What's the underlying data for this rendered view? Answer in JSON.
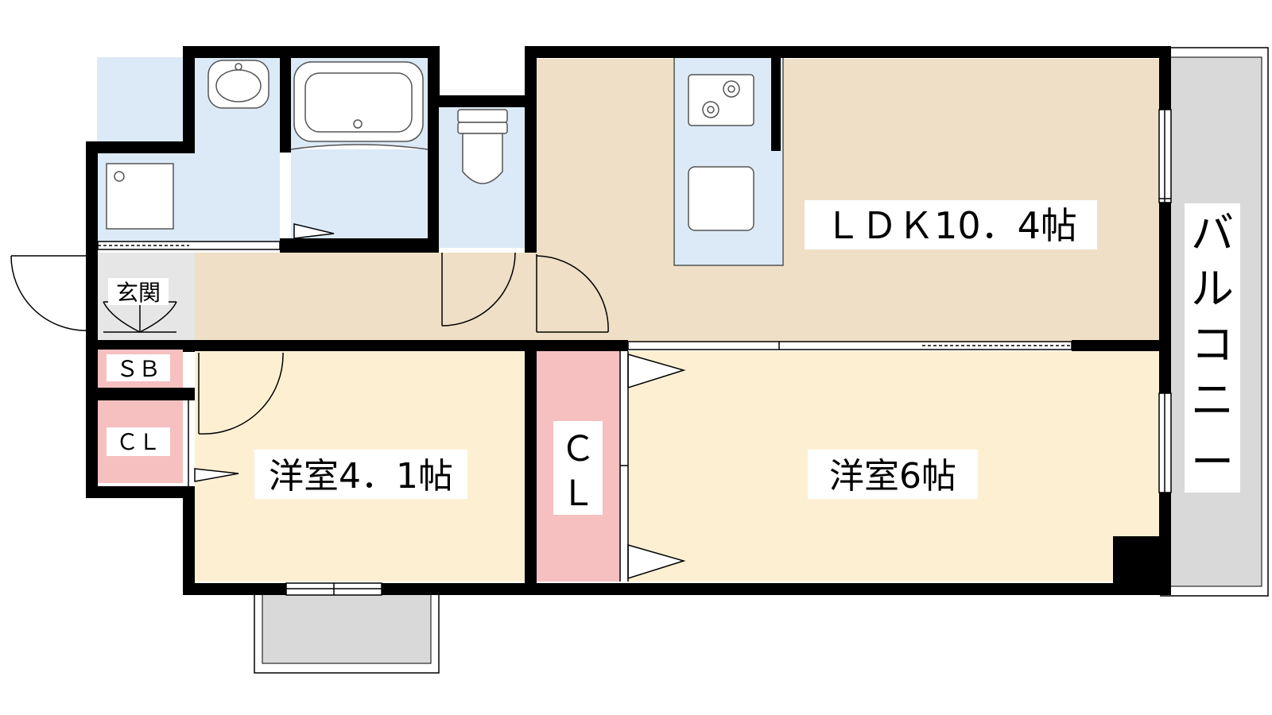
{
  "floorplan": {
    "rooms": {
      "ldk": "ＬＤＫ10．4帖",
      "western_a": "洋室4．1帖",
      "western_b": "洋室6帖",
      "entrance": "玄関",
      "shoe_box": "ＳＢ",
      "closet_small": "ＣＬ",
      "closet_c": "Ｃ",
      "closet_l": "Ｌ",
      "balcony": [
        "バ",
        "ル",
        "コ",
        "ニ",
        "ー"
      ]
    },
    "colors": {
      "ldk": "#eedfc6",
      "western": "#fdf0d2",
      "wet_area": "#dceaf7",
      "closet": "#f6bfc0",
      "balcony": "#d9d9d9",
      "wall": "#000000"
    }
  }
}
